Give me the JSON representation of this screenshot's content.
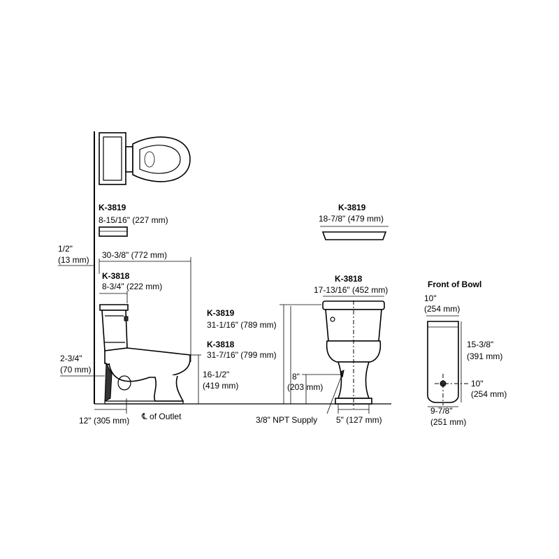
{
  "top_view": {
    "tank_model": "K-3819",
    "tank_depth": "8-15/16\" (227 mm)"
  },
  "side_view": {
    "wall_gap": "1/2\"",
    "wall_gap_mm": "(13 mm)",
    "overall_length": "30-3/8\" (772 mm)",
    "k3818_model": "K-3818",
    "k3818_depth": "8-3/4\" (222 mm)",
    "outlet_height": "2-3/4\"",
    "outlet_height_mm": "(70 mm)",
    "rough_in": "12\" (305 mm)",
    "outlet_label": "℄ of Outlet",
    "rim_height": "16-1/2\"",
    "rim_height_mm": "(419 mm)",
    "k3819_model": "K-3819",
    "k3819_height": "31-1/16\" (789 mm)",
    "k3818_model_b": "K-3818",
    "k3818_height": "31-7/16\" (799 mm)"
  },
  "front_view": {
    "k3819_model": "K-3819",
    "k3819_width": "18-7/8\" (479 mm)",
    "k3818_model": "K-3818",
    "k3818_width": "17-13/16\" (452 mm)",
    "supply_height": "8\"",
    "supply_height_mm": "(203 mm)",
    "supply_label": "3/8\" NPT Supply",
    "base_width": "5\" (127 mm)"
  },
  "bowl_front": {
    "title": "Front of Bowl",
    "top_dim": "10\"",
    "top_dim_mm": "(254 mm)",
    "height_dim": "15-3/8\"",
    "height_dim_mm": "(391 mm)",
    "side_dim": "10\"",
    "side_dim_mm": "(254 mm)",
    "width_dim": "9-7/8\"",
    "width_dim_mm": "(251 mm)"
  }
}
